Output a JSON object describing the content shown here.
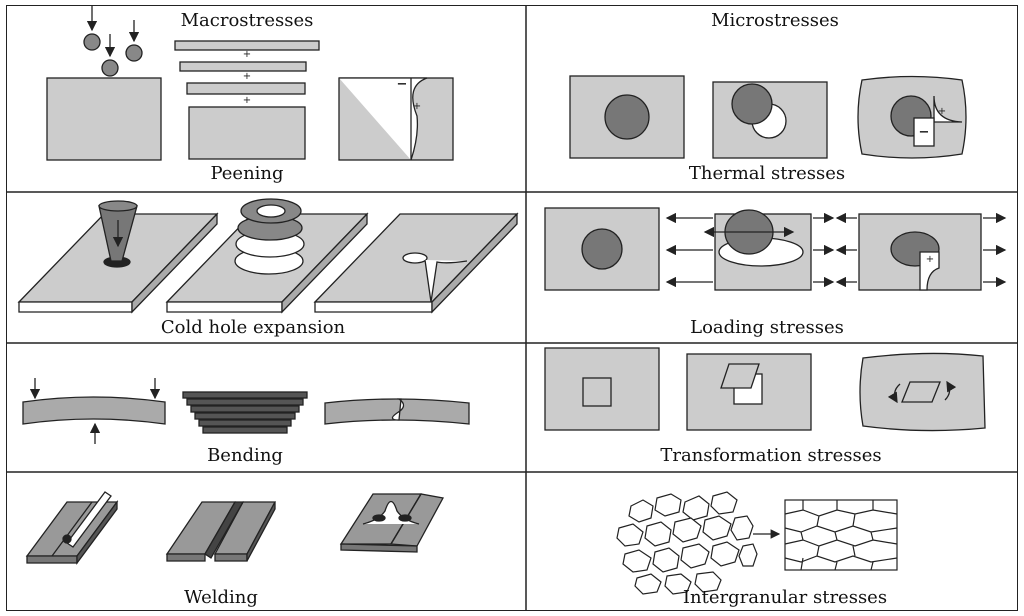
{
  "panels": {
    "macrostresses": {
      "header": "Macrostresses"
    },
    "microstresses": {
      "header": "Microstresses"
    },
    "peening": {
      "caption": "Peening"
    },
    "thermal": {
      "caption": "Thermal stresses"
    },
    "cold_hole": {
      "caption": "Cold hole expansion"
    },
    "loading": {
      "caption": "Loading stresses"
    },
    "bending": {
      "caption": "Bending"
    },
    "transformation": {
      "caption": "Transformation stresses"
    },
    "welding": {
      "caption": "Welding"
    },
    "intergranular": {
      "caption": "Intergranular stresses"
    }
  },
  "signs": {
    "plus": "+",
    "minus": "−"
  },
  "colors": {
    "fill": "#cccccc",
    "dark": "#777777",
    "line": "#222222",
    "white": "#ffffff"
  }
}
